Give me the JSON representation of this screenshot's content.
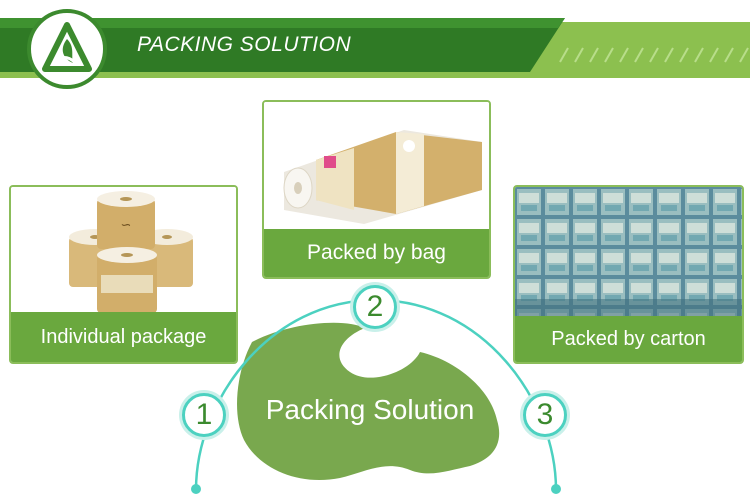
{
  "header": {
    "title": "PACKING SOLUTION",
    "logo_icon": "leaf-triangle-logo-icon"
  },
  "cards": [
    {
      "caption": "Individual package",
      "image": "toilet-rolls-stacked-photo"
    },
    {
      "caption": "Packed by bag",
      "image": "toilet-rolls-bag-photo"
    },
    {
      "caption": "Packed by carton",
      "image": "cartons-stack-photo"
    }
  ],
  "diagram": {
    "center_label": "Packing Solution",
    "steps": [
      "1",
      "2",
      "3"
    ]
  },
  "colors": {
    "brand_green": "#3c8a2e",
    "caption_green": "#6aa83e",
    "blob_green": "#79a84e",
    "arc_teal": "#4cd1c0"
  }
}
